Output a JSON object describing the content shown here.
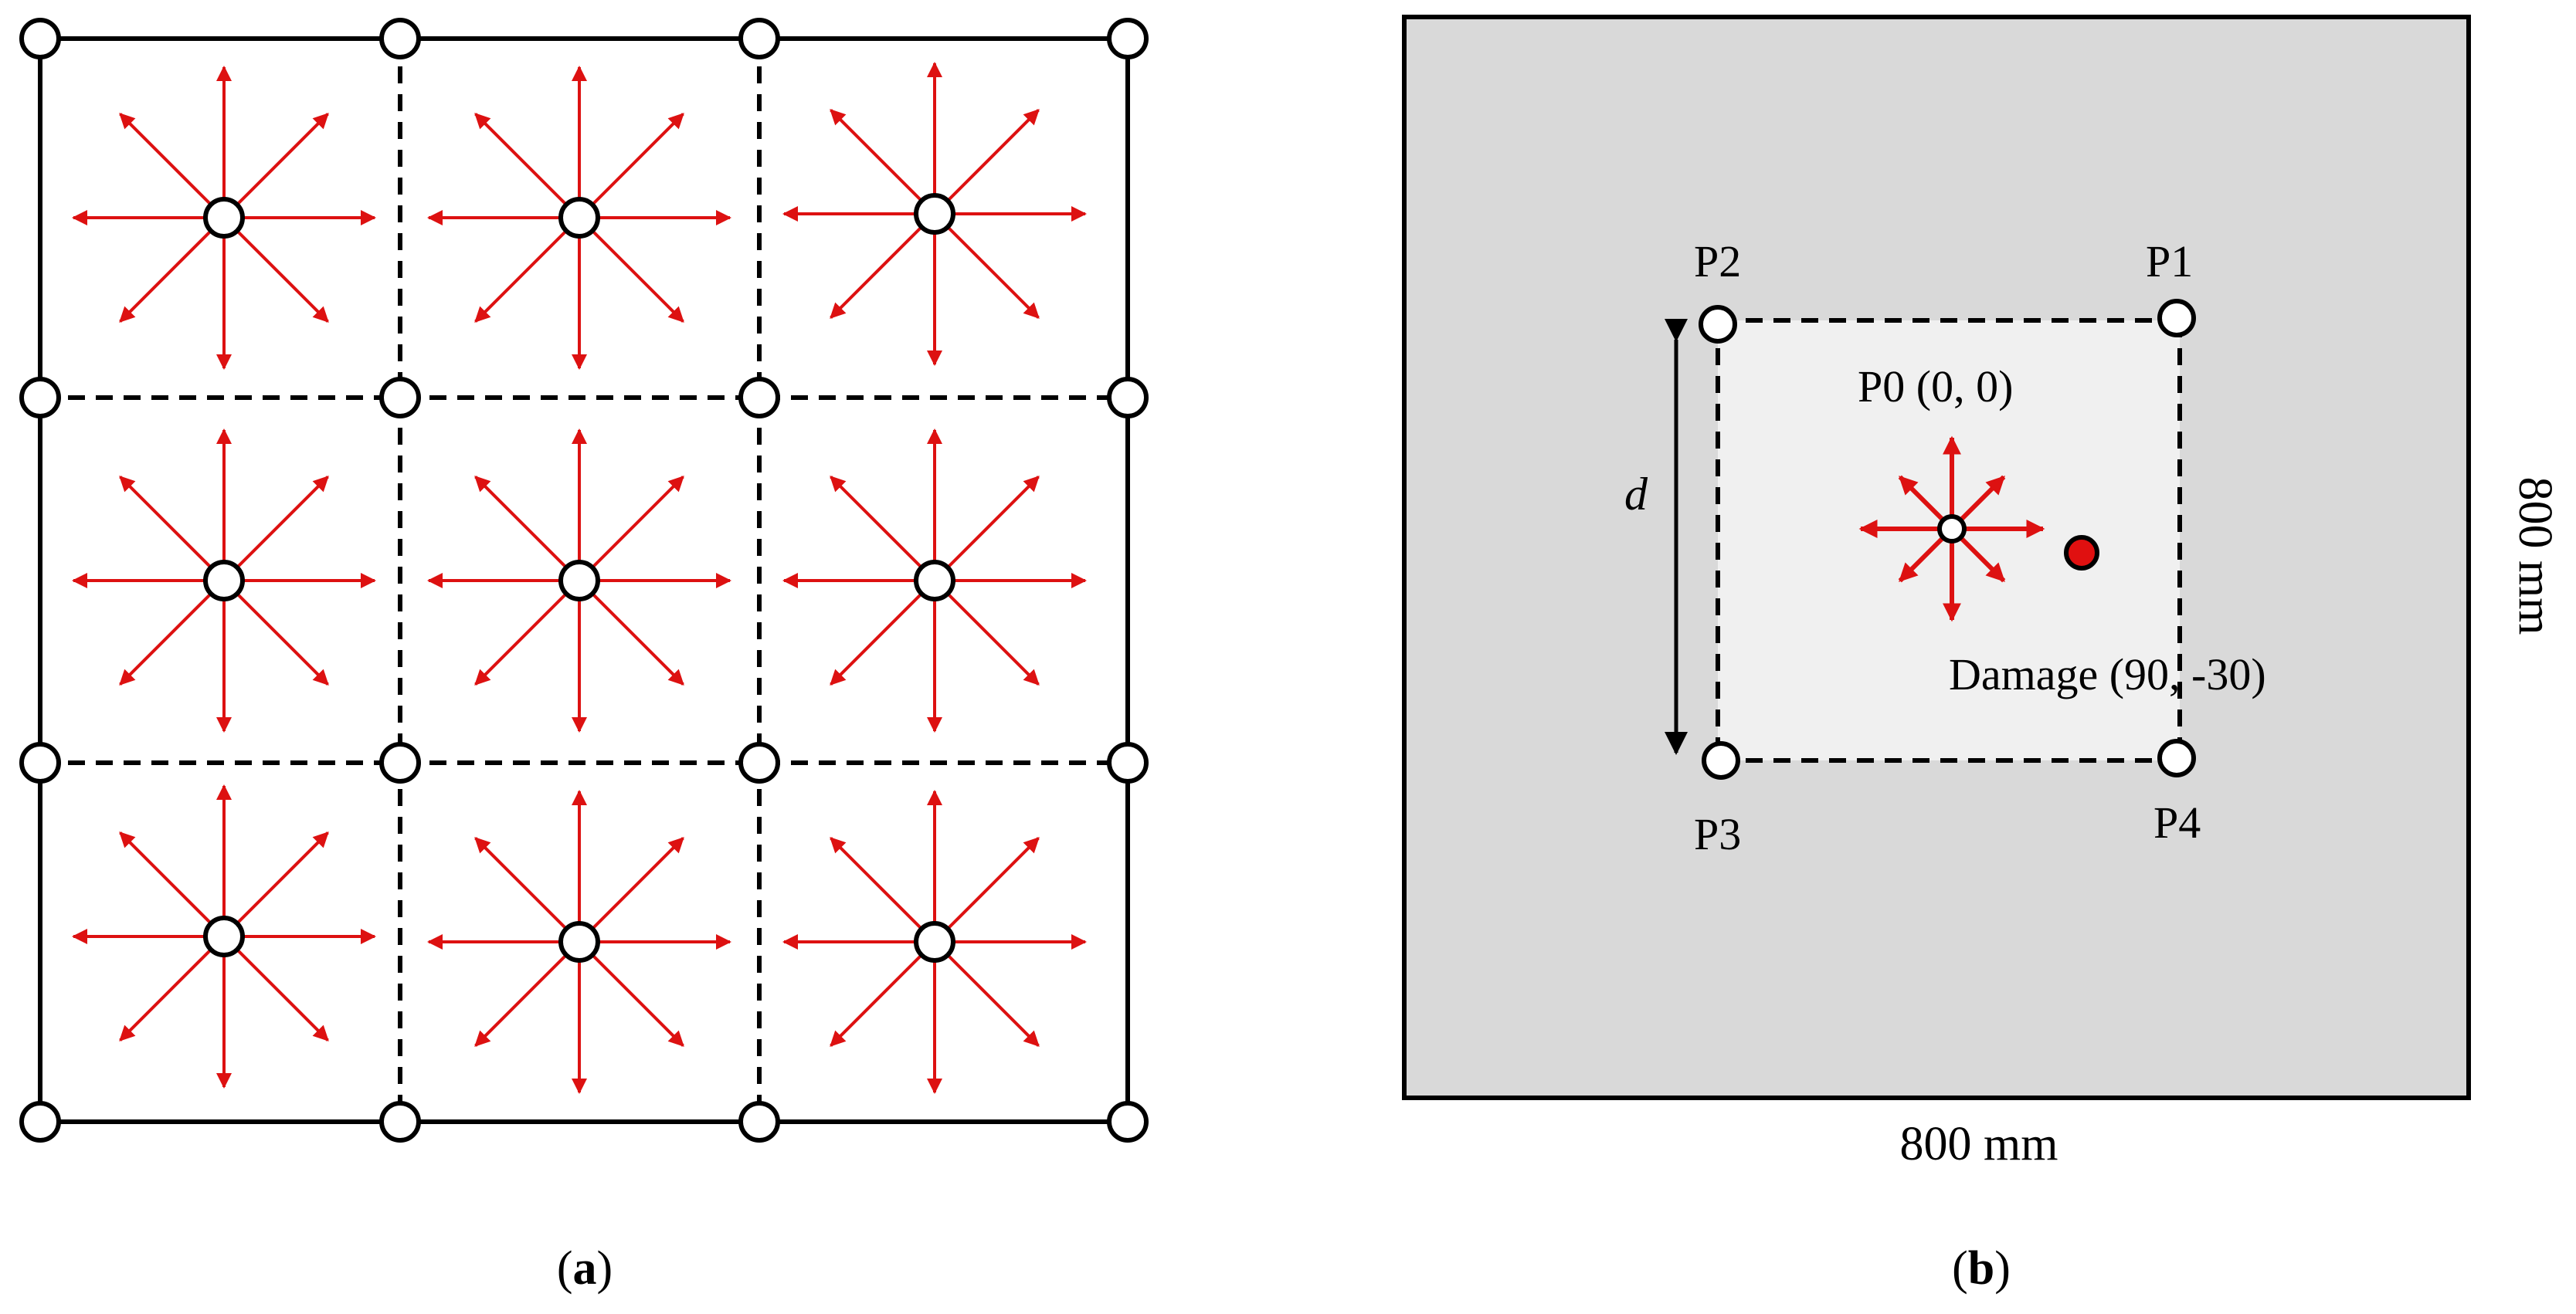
{
  "panel_a": {
    "caption_letter": "a"
  },
  "panel_b": {
    "caption_letter": "b",
    "sensors": {
      "p0": "P0 (0, 0)",
      "p1": "P1",
      "p2": "P2",
      "p3": "P3",
      "p4": "P4"
    },
    "damage_label": "Damage (90, -30)",
    "distance_label": "d",
    "width_label": "800 mm",
    "height_label": "800 mm"
  },
  "colors": {
    "arrow_red": "#dd1111",
    "damage_red": "#e01010",
    "plate_outer": "#d9d9d9",
    "plate_inner": "#f0f0f0",
    "stroke": "#000000"
  }
}
